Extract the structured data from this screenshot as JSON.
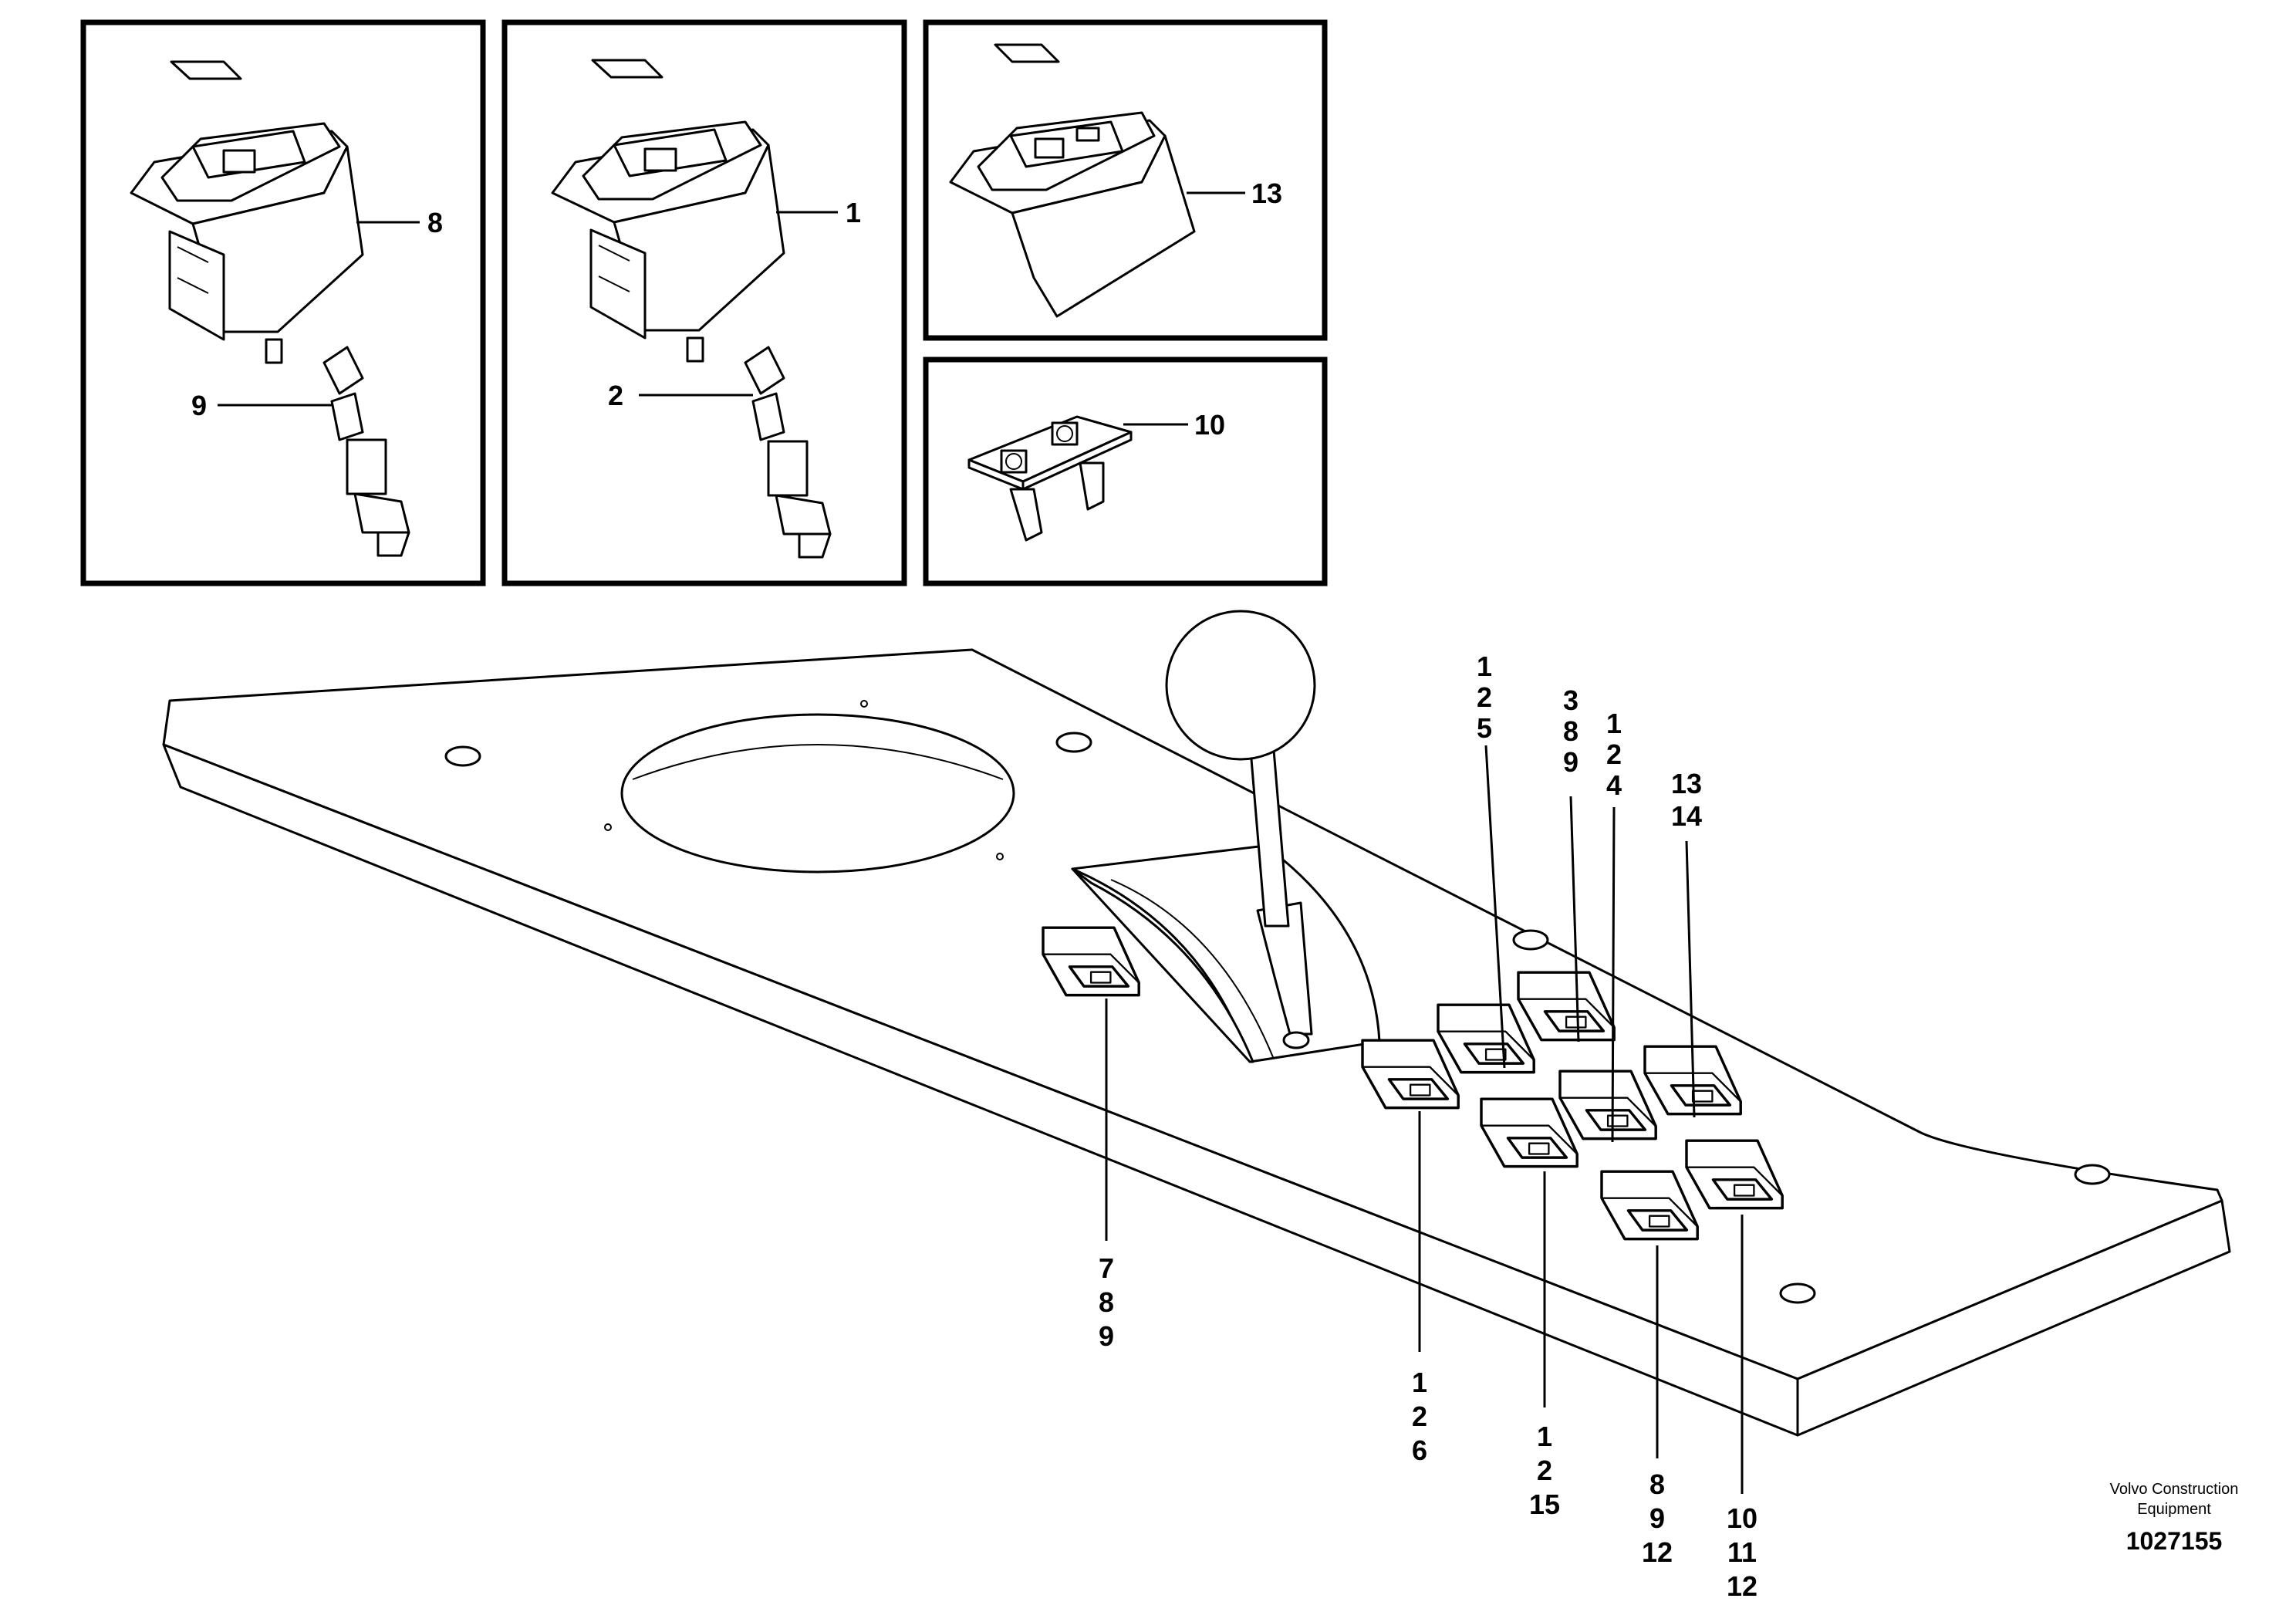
{
  "callouts": {
    "inset_a": "8",
    "inset_a_bulb": "9",
    "inset_b": "1",
    "inset_b_bulb": "2",
    "inset_c": "13",
    "inset_d": "10"
  },
  "stacks": {
    "s1": [
      "1",
      "2",
      "5"
    ],
    "s2": [
      "3",
      "8",
      "9"
    ],
    "s3": [
      "1",
      "2",
      "4"
    ],
    "s4": [
      "13",
      "14"
    ],
    "s5": [
      "7",
      "8",
      "9"
    ],
    "s6": [
      "1",
      "2",
      "6"
    ],
    "s7": [
      "1",
      "2",
      "15"
    ],
    "s8": [
      "8",
      "9",
      "12"
    ],
    "s9": [
      "10",
      "11",
      "12"
    ]
  },
  "footer": {
    "maker_line1": "Volvo Construction",
    "maker_line2": "Equipment",
    "doc_number": "1027155"
  }
}
